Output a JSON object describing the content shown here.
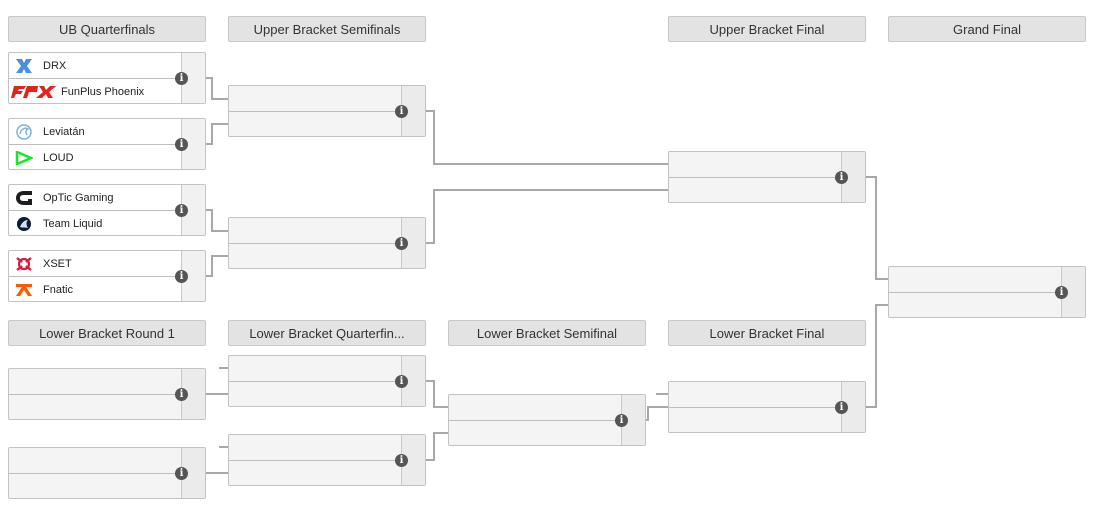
{
  "headers": {
    "ub_quarterfinals": "UB Quarterfinals",
    "ub_semifinals": "Upper Bracket Semifinals",
    "ub_final": "Upper Bracket Final",
    "grand_final": "Grand Final",
    "lb_round1": "Lower Bracket Round 1",
    "lb_quarterfinal": "Lower Bracket Quarterfin...",
    "lb_semifinal": "Lower Bracket Semifinal",
    "lb_final": "Lower Bracket Final"
  },
  "info_icon": "i",
  "matches": {
    "ubqf1": {
      "team1": {
        "name": "DRX",
        "icon": "drx-logo-icon"
      },
      "team2": {
        "name": "FunPlus Phoenix",
        "icon": "fpx-logo-icon"
      }
    },
    "ubqf2": {
      "team1": {
        "name": "Leviatán",
        "icon": "leviatan-logo-icon"
      },
      "team2": {
        "name": "LOUD",
        "icon": "loud-logo-icon"
      }
    },
    "ubqf3": {
      "team1": {
        "name": "OpTic Gaming",
        "icon": "optic-logo-icon"
      },
      "team2": {
        "name": "Team Liquid",
        "icon": "liquid-logo-icon"
      }
    },
    "ubqf4": {
      "team1": {
        "name": "XSET",
        "icon": "xset-logo-icon"
      },
      "team2": {
        "name": "Fnatic",
        "icon": "fnatic-logo-icon"
      }
    }
  },
  "colors": {
    "header_bg": "#e3e3e3",
    "connector": "#a8a8a8",
    "drx": "#4a8fe0",
    "fpx": "#e2241b",
    "leviatan": "#7fb3d9",
    "loud": "#19e629",
    "optic": "#1d1d1d",
    "liquid": "#0b1c33",
    "xset": "#e0183c",
    "fnatic": "#ff5900"
  }
}
